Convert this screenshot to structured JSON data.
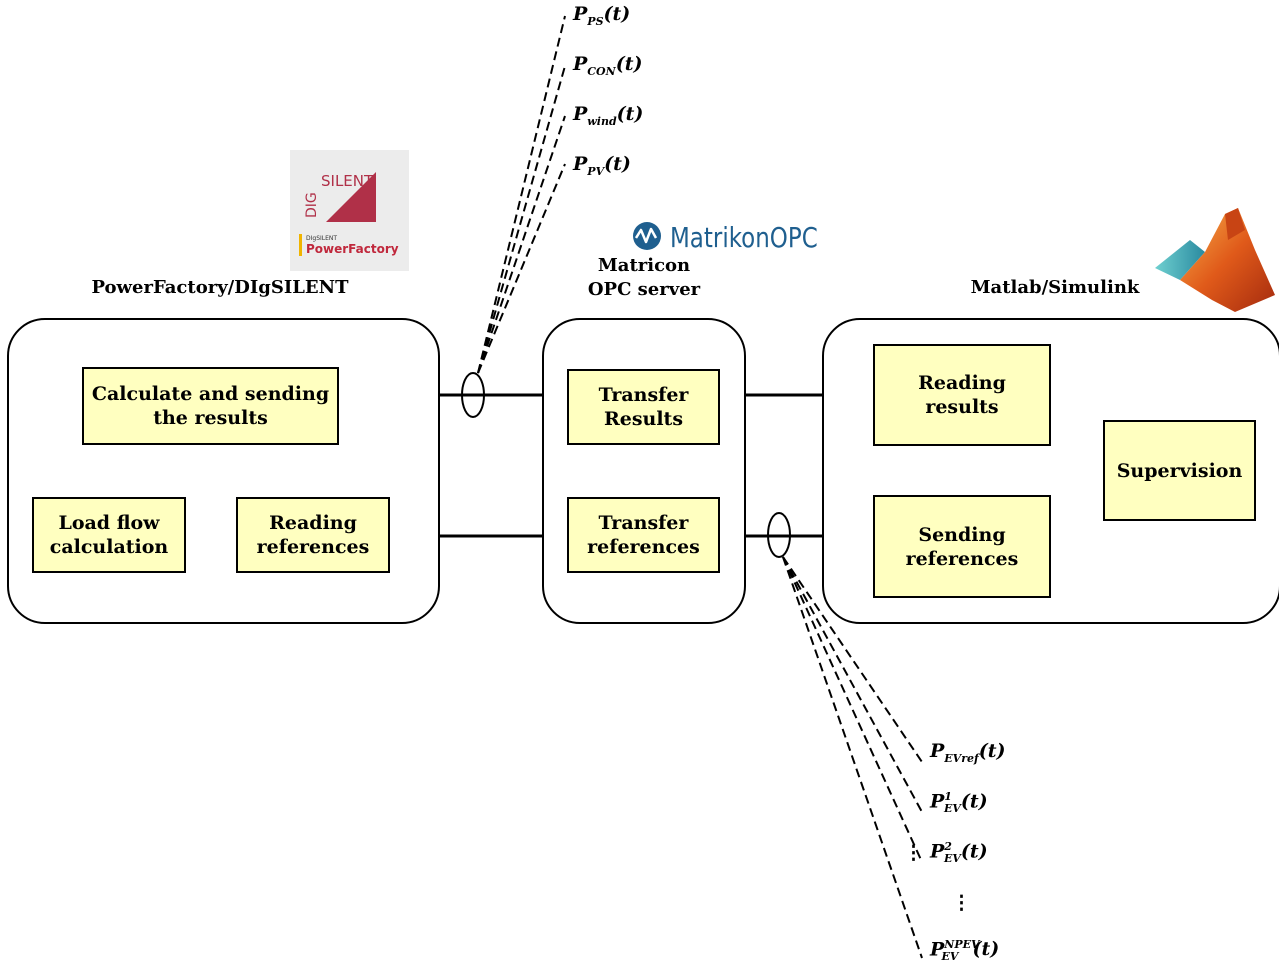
{
  "systems": {
    "powerfactory": {
      "title": "PowerFactory/DIgSILENT",
      "calc_send": [
        "Calculate and sending",
        "the results"
      ],
      "load_flow": [
        "Load flow",
        "calculation"
      ],
      "reading_refs": [
        "Reading",
        "references"
      ]
    },
    "opc": {
      "title": [
        "Matricon",
        "OPC server"
      ],
      "transfer_results": [
        "Transfer",
        "Results"
      ],
      "transfer_refs": [
        "Transfer",
        "references"
      ]
    },
    "matlab": {
      "title": "Matlab/Simulink",
      "reading_results": [
        "Reading",
        "results"
      ],
      "supervision": "Supervision",
      "sending_refs": [
        "Sending",
        "references"
      ]
    }
  },
  "logos": {
    "digsilent": {
      "silent": "SILENT",
      "dig": "DIG",
      "small": "DIgSILENT",
      "product": "PowerFactory",
      "brand_color": "#b03048"
    },
    "matrikon": {
      "text": "MatrikonOPC",
      "brand_color": "#1f5f8f"
    },
    "matlab": {
      "icon": "matlab-membrane-logo"
    }
  },
  "signals_in": [
    {
      "base": "P",
      "sub": "PS",
      "arg": "(t)"
    },
    {
      "base": "P",
      "sub": "CON",
      "arg": "(t)"
    },
    {
      "base": "P",
      "sub": "wind",
      "arg": "(t)"
    },
    {
      "base": "P",
      "sub": "PV",
      "arg": "(t)"
    }
  ],
  "signals_out": [
    {
      "base": "P",
      "sub": "EVref",
      "sup": "",
      "arg": "(t)"
    },
    {
      "base": "P",
      "sub": "EV",
      "sup": "1",
      "arg": "(t)"
    },
    {
      "base": "P",
      "sub": "EV",
      "sup": "2",
      "arg": "(t)"
    },
    {
      "base": "P",
      "sub": "EV",
      "sup": "NPEV",
      "arg": "(t)"
    }
  ],
  "ellipsis": "⋮",
  "colors": {
    "process_fill": "#ffffc0",
    "line": "#000000"
  }
}
